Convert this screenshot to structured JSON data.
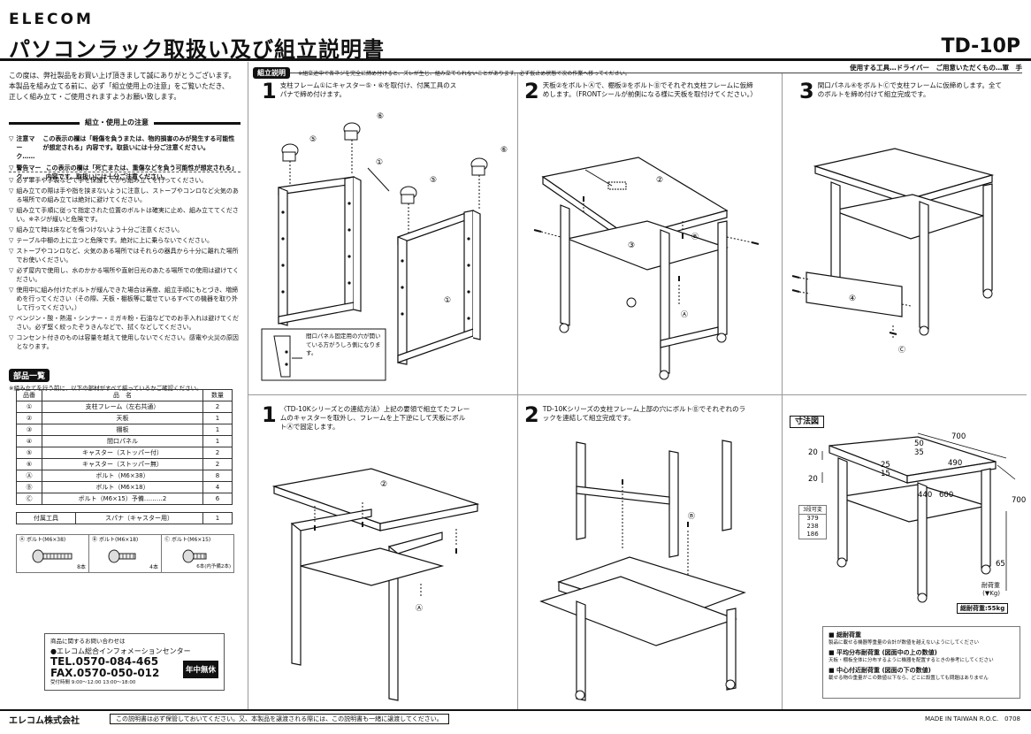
{
  "brand": "ELECOM",
  "title": "パソコンラック取扱い及び組立説明書",
  "model": "TD-10P",
  "intro": [
    "この度は、弊社製品をお買い上げ頂きまして誠にありがとうございます。",
    "本製品を組み立てる前に、必ず「組立使用上の注意」をご覧いただき、",
    "正しく組み立て・ご使用されますようお願い致します。"
  ],
  "cautions_heading": "組立・使用上の注意",
  "mark_notes": [
    {
      "label": "注意マーク……",
      "text": "この表示の欄は「軽傷を負うまたは、物的損害のみが発生する可能性が想定される」内容です。取扱いには十分ご注意ください。"
    },
    {
      "label": "警告マーク……",
      "text": "この表示の欄は「死亡または、重傷などを負う可能性が想定される」内容です。取扱いには十分ご注意ください。"
    }
  ],
  "cautions": [
    "必ず軍手や手袋などで手を保護してから組み立てを行ってください。",
    "組み立ての際は手や指を挟まないように注意し、ストーブやコンロなど火気のある場所での組み立ては絶対に避けてください。",
    "組み立て手順に従って指定された位置のボルトは確実に止め、組み立ててください。※ネジが緩いと危険です。",
    "組み立て時は床などを傷つけないよう十分ご注意ください。",
    "テーブル中棚の上に立つと危険です。絶対に上に乗らないでください。",
    "ストーブやコンロなど、火気のある場所ではそれらの器具から十分に離れた場所でお使いください。",
    "必ず屋内で使用し、水のかかる場所や直射日光のあたる場所での使用は避けてください。",
    "使用中に組み付けたボルトが緩んできた場合は再度、組立手順にもとづき、増締めを行ってください（その際、天板・棚板等に載せているすべての機器を取り外して行ってください。）",
    "ベンジン・酸・熱湯・シンナー・ミガキ粉・石油などでのお手入れは避けてください。必ず堅く絞ったぞうきんなどで、拭くなどしてください。",
    "コンセント付きのものは容量を越えて使用しないでください。感電や火災の原因となります。"
  ],
  "parts_heading": "部品一覧",
  "parts_note": "※組み立てを行う前に、以下の部材がすべて揃っているかご確認ください。",
  "parts_headers": [
    "品番",
    "品　名",
    "数量"
  ],
  "parts": [
    {
      "no": "①",
      "name": "支柱フレーム（左右共通）",
      "qty": "2"
    },
    {
      "no": "②",
      "name": "天板",
      "qty": "1"
    },
    {
      "no": "③",
      "name": "棚板",
      "qty": "1"
    },
    {
      "no": "④",
      "name": "間口パネル",
      "qty": "1"
    },
    {
      "no": "⑤",
      "name": "キャスター（ストッパー付）",
      "qty": "2"
    },
    {
      "no": "⑥",
      "name": "キャスター（ストッパー無）",
      "qty": "2"
    },
    {
      "no": "Ⓐ",
      "name": "ボルト（M6×38）",
      "qty": "8"
    },
    {
      "no": "Ⓑ",
      "name": "ボルト（M6×18）",
      "qty": "4"
    },
    {
      "no": "Ⓒ",
      "name": "ボルト（M6×15）予備………2",
      "qty": "6"
    }
  ],
  "accessory": {
    "label": "付属工具",
    "name": "スパナ（キャスター用）",
    "qty": "1"
  },
  "bolts": [
    {
      "id": "Ⓐ",
      "name": "ボルト(M6×38)",
      "count": "8本"
    },
    {
      "id": "Ⓑ",
      "name": "ボルト(M6×18)",
      "count": "4本"
    },
    {
      "id": "Ⓒ",
      "name": "ボルト(M6×15)",
      "count": "6本(内予備2本)"
    }
  ],
  "contact": {
    "line1": "商品に関するお問い合わせは",
    "line2": "●エレコム総合インフォメーションセンター",
    "tel": "TEL.0570-084-465",
    "fax": "FAX.0570-050-012",
    "hours": "受付時間 9:00～12:00 13:00～18:00",
    "badge": "年中無休"
  },
  "assembly_tag": "組立説明",
  "assembly_note": "※組立途中で各ネジを完全に締め付けると、ズレが生じ、組み立てられないことがあります。必ず仮止め状態で次の作業へ移ってください。",
  "tools": "使用する工具…ドライバー　ご用意いただくもの…軍　手",
  "steps": [
    {
      "num": "1",
      "text": "支柱フレーム①にキャスター⑤・⑥を取付け、付属工具のスパナで締め付けます。"
    },
    {
      "num": "2",
      "text": "天板②をボルトⒶで、棚板③をボルトⒷでそれぞれ支柱フレームに仮締めします。（FRONTシールが前側になる様に天板を取付けてください。）"
    },
    {
      "num": "3",
      "text": "間口パネル④をボルトⒸで支柱フレームに仮締めします。全てのボルトを締め付けて組立完成です。"
    }
  ],
  "panel_note": "間口パネル固定用の穴が開いている方がうしろ側になります。",
  "link_steps": [
    {
      "num": "1",
      "text": "〈TD-10Kシリーズとの連結方法〉上記の要領で組立てたフレームのキャスターを取外し、フレームを上下逆にして天板にボルトⒶで固定します。"
    },
    {
      "num": "2",
      "text": "TD-10Kシリーズの支柱フレーム上部の穴にボルトⒷでそれぞれのラックを連結して組立完成です。"
    }
  ],
  "dims": {
    "heading": "寸法図",
    "width": "700",
    "depth": "490",
    "depth2": "600",
    "inner": "440",
    "height": "700",
    "top_load": "50",
    "top_load2": "35",
    "mid_load": "25",
    "mid_load2": "15",
    "gap1": "20",
    "gap2": "20",
    "leg": "65",
    "shelf_label": "3段可変",
    "shelf_vals": [
      "379",
      "238",
      "186"
    ],
    "load_label": "耐荷重",
    "load_unit": "(▼Kg)",
    "total": "総耐荷重:55kg"
  },
  "load_notes": [
    {
      "title": "■ 総耐荷重",
      "text": "製品に載せる機器等重量の合計が数値を越えないようにしてください"
    },
    {
      "title": "■ 平均分布耐荷重 (図面中の上の数値)",
      "text": "天板・棚板全体に分布するように機器を配置するときの参考にしてください"
    },
    {
      "title": "■ 中心付近耐荷重 (図面の下の数値)",
      "text": "載せる物の重量がこの数値以下なら、どこに設置しても問題はありません"
    }
  ],
  "footer": {
    "company": "エレコム株式会社",
    "note": "この説明書は必ず保管しておいてください。又、本製品を譲渡される際には、この説明書も一緒に譲渡してください。",
    "origin": "MADE IN TAIWAN R.O.C.　0708"
  }
}
